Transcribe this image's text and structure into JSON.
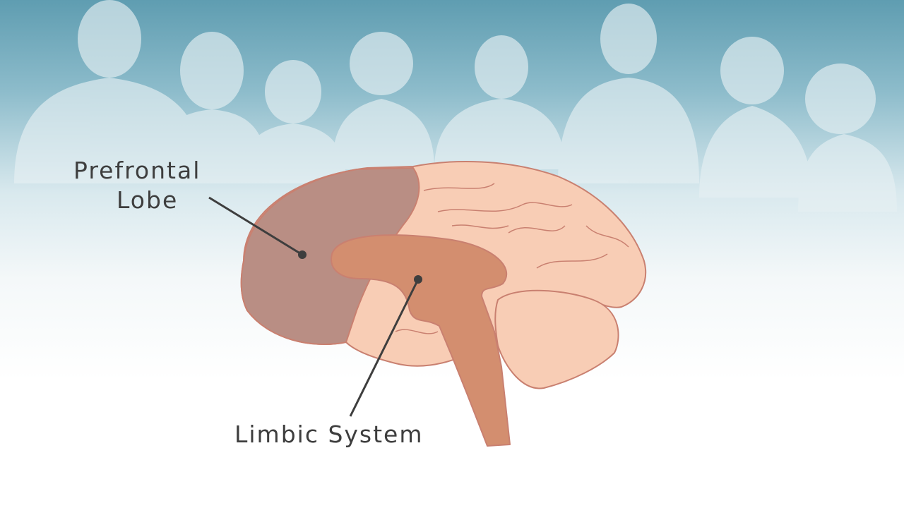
{
  "labels": {
    "prefrontal_line1": "Prefrontal",
    "prefrontal_line2": "Lobe",
    "limbic": "Limbic System"
  },
  "colors": {
    "prefrontal": "#b98e84",
    "brain": "#f8cdb5",
    "limbic": "#d38e6f",
    "outline": "#c98070",
    "text": "#3e3e3e"
  }
}
